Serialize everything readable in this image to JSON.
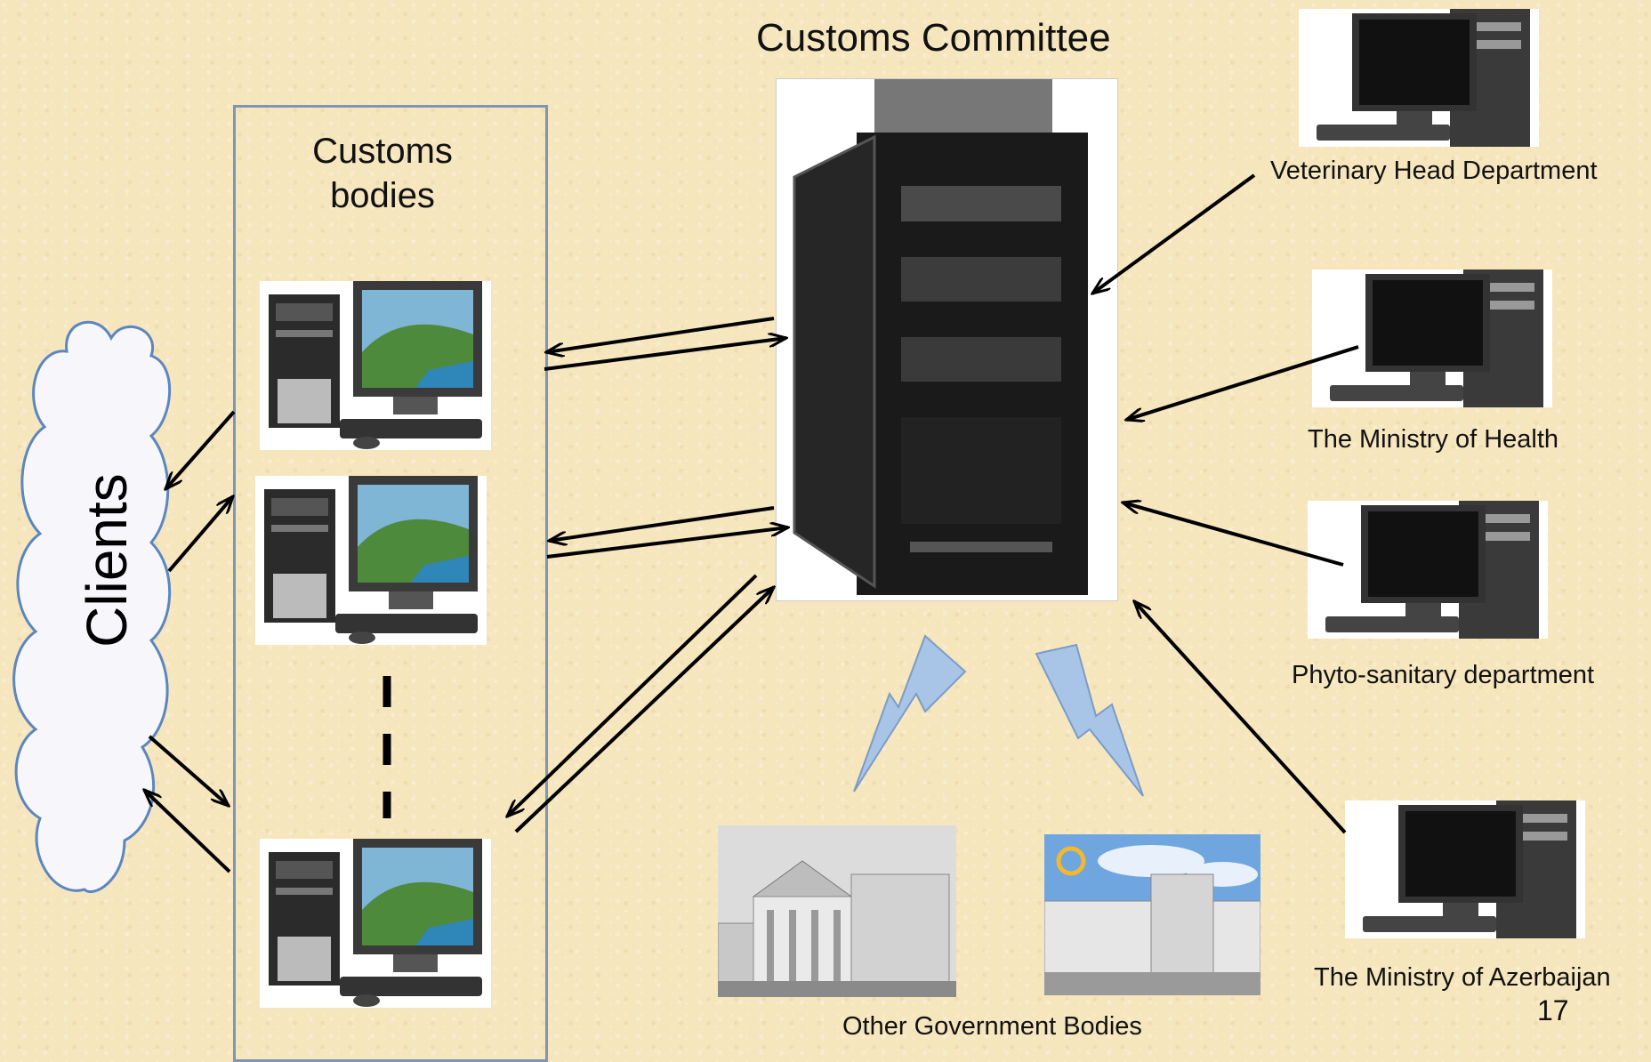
{
  "title": "Customs Committee",
  "customs_bodies": {
    "line1": "Customs",
    "line2": "bodies"
  },
  "clients": "Clients",
  "agencies": [
    {
      "name": "Veterinary Head Department"
    },
    {
      "name": "The Ministry of Health"
    },
    {
      "name": "Phyto-sanitary department"
    },
    {
      "name": "The Ministry of Azerbaijan"
    }
  ],
  "other_bodies": "Other Government Bodies",
  "page_number": "17",
  "icons": {
    "client_pc": "desktop-computer-icon",
    "agency_pc": "desktop-computer-icon",
    "server": "server-tower-icon",
    "lightning": "lightning-bolt-icon",
    "building": "government-building-icon"
  },
  "colors": {
    "background": "#f6e6bd",
    "box_border": "#7f95b8",
    "cloud": "#f7f7fb",
    "cloud_stroke": "#5b86c0",
    "lightning": "#a8c4e6"
  }
}
